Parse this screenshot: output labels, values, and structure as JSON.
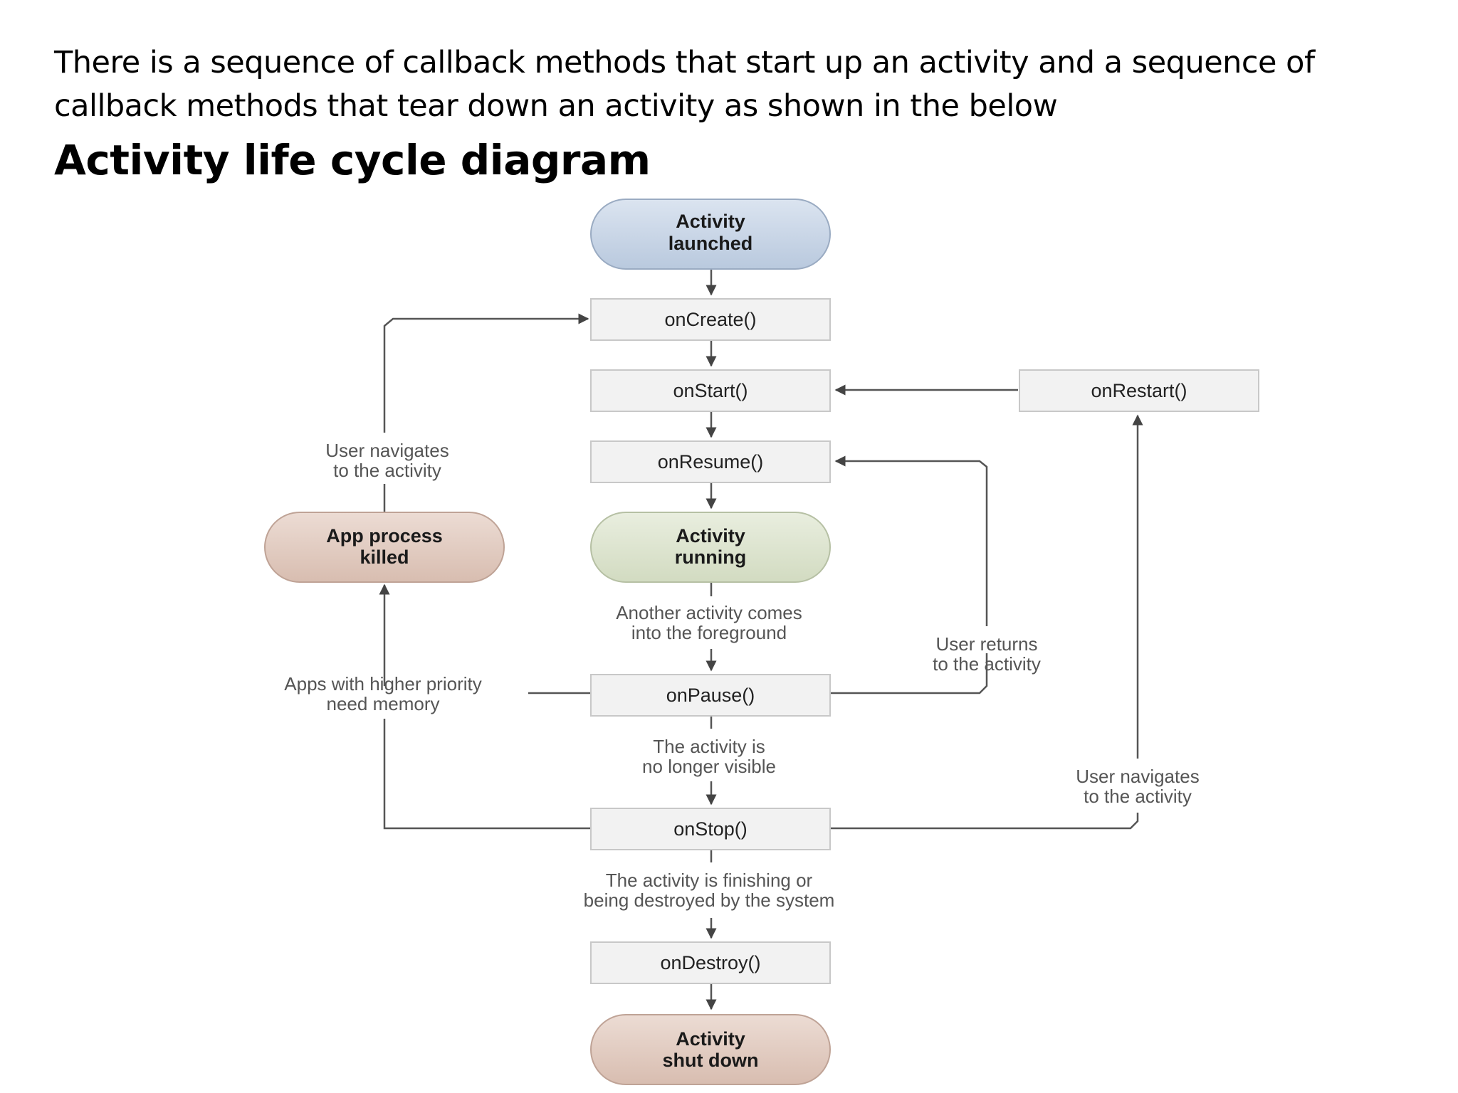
{
  "intro": "There is a sequence of callback methods that start up an activity and a sequence of callback methods that tear down an activity as shown in the below",
  "heading": "Activity life cycle diagram",
  "diagram": {
    "states": {
      "launched": [
        "Activity",
        "launched"
      ],
      "running": [
        "Activity",
        "running"
      ],
      "killed": [
        "App process",
        "killed"
      ],
      "shutdown": [
        "Activity",
        "shut down"
      ]
    },
    "callbacks": {
      "on_create": "onCreate()",
      "on_start": "onStart()",
      "on_resume": "onResume()",
      "on_pause": "onPause()",
      "on_stop": "onStop()",
      "on_destroy": "onDestroy()",
      "on_restart": "onRestart()"
    },
    "notes": {
      "user_navigates_left": [
        "User navigates",
        "to the activity"
      ],
      "another_activity": [
        "Another activity comes",
        "into the foreground"
      ],
      "user_returns": [
        "User returns",
        "to the activity"
      ],
      "higher_priority": [
        "Apps with higher priority",
        "need memory"
      ],
      "no_longer_visible": [
        "The activity is",
        "no longer visible"
      ],
      "user_navigates_right": [
        "User navigates",
        "to the activity"
      ],
      "finishing": [
        "The activity is finishing or",
        "being destroyed by the system"
      ]
    },
    "colors": {
      "launched": "#c5d3e6",
      "running": "#dde4cf",
      "killed": "#e2cbc0",
      "shutdown": "#e2cbc0",
      "box": "#f2f2f2"
    }
  }
}
